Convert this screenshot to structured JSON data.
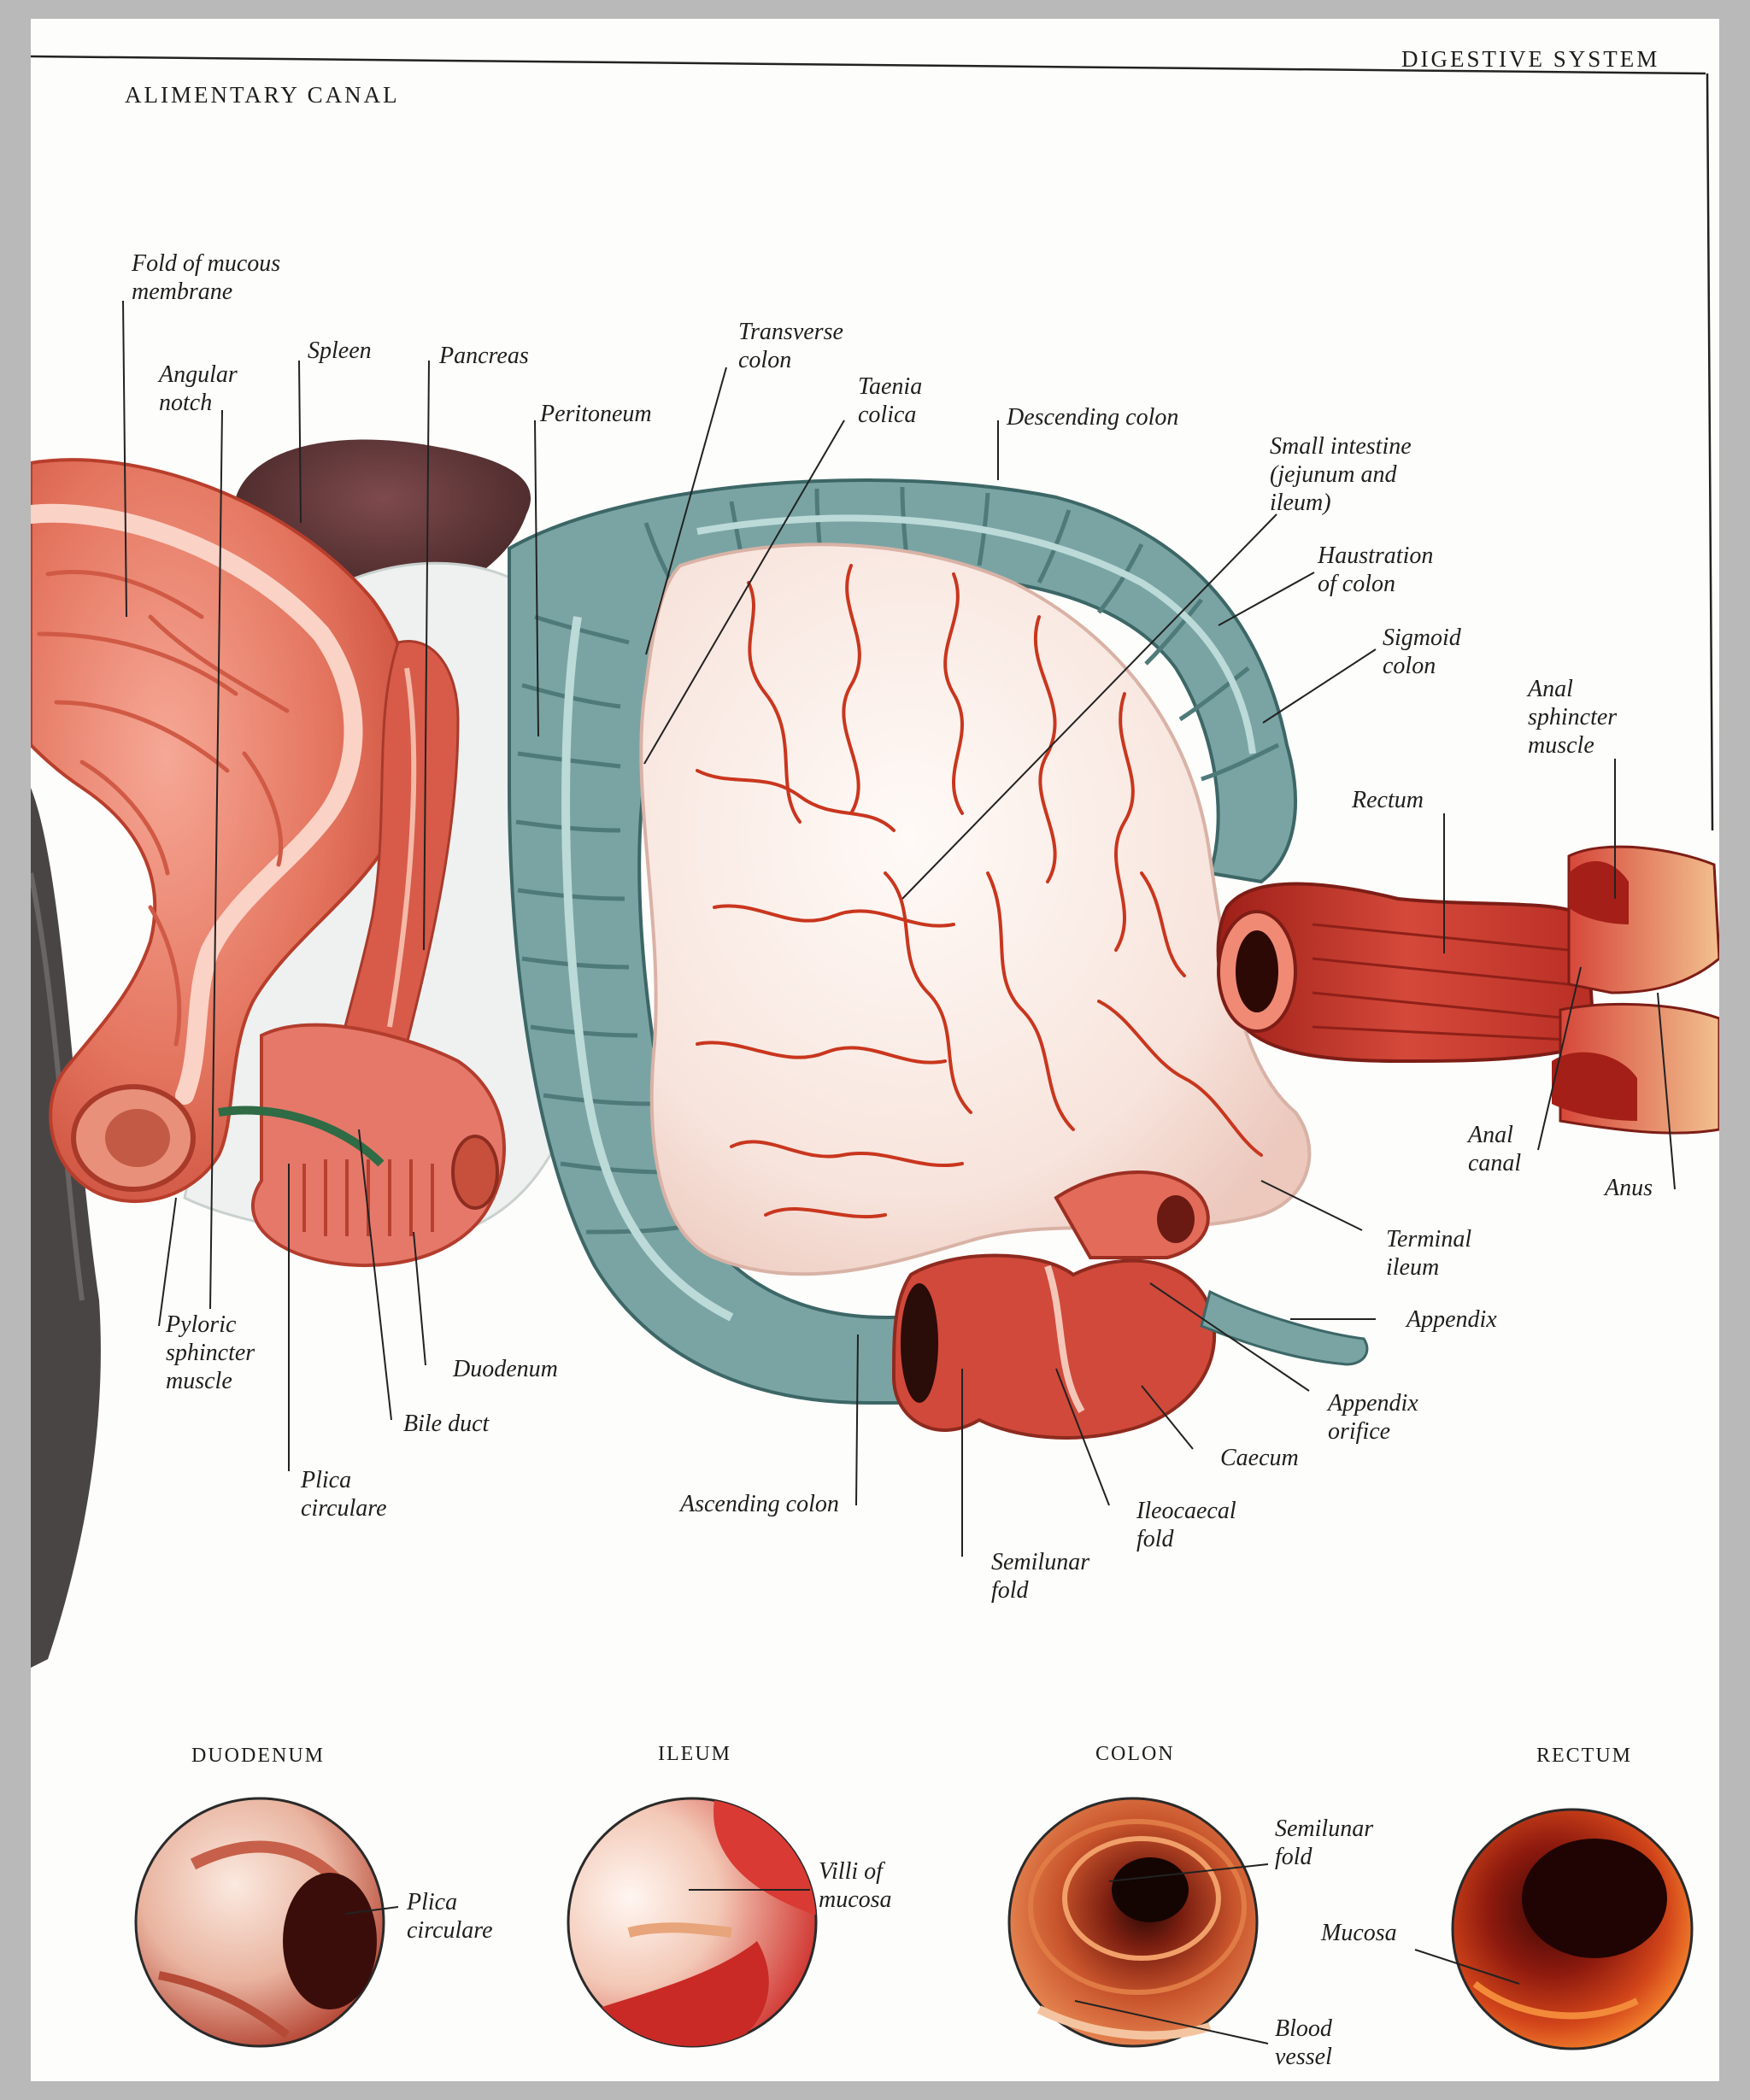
{
  "header": {
    "left_title": "ALIMENTARY CANAL",
    "right_title": "DIGESTIVE SYSTEM"
  },
  "labels": {
    "fold_of_mucous": [
      "Fold of mucous",
      "membrane"
    ],
    "angular_notch": [
      "Angular",
      "notch"
    ],
    "spleen": [
      "Spleen"
    ],
    "pancreas": [
      "Pancreas"
    ],
    "peritoneum": [
      "Peritoneum"
    ],
    "transverse_colon": [
      "Transverse",
      "colon"
    ],
    "taenia_colica": [
      "Taenia",
      "colica"
    ],
    "descending_colon": [
      "Descending colon"
    ],
    "small_intestine": [
      "Small intestine",
      "(jejunum and",
      "ileum)"
    ],
    "haustration": [
      "Haustration",
      "of colon"
    ],
    "sigmoid_colon": [
      "Sigmoid",
      "colon"
    ],
    "anal_sphincter": [
      "Anal",
      "sphincter",
      "muscle"
    ],
    "rectum": [
      "Rectum"
    ],
    "anal_canal": [
      "Anal",
      "canal"
    ],
    "anus": [
      "Anus"
    ],
    "terminal_ileum": [
      "Terminal",
      "ileum"
    ],
    "appendix": [
      "Appendix"
    ],
    "appendix_orifice": [
      "Appendix",
      "orifice"
    ],
    "caecum": [
      "Caecum"
    ],
    "ileocaecal_fold": [
      "Ileocaecal",
      "fold"
    ],
    "semilunar_fold": [
      "Semilunar",
      "fold"
    ],
    "ascending_colon": [
      "Ascending colon"
    ],
    "plica_circulare": [
      "Plica",
      "circulare"
    ],
    "bile_duct": [
      "Bile duct"
    ],
    "duodenum": [
      "Duodenum"
    ],
    "pyloric_sphincter": [
      "Pyloric",
      "sphincter",
      "muscle"
    ]
  },
  "insets": {
    "duodenum": {
      "title": "DUODENUM",
      "label": [
        "Plica",
        "circulare"
      ]
    },
    "ileum": {
      "title": "ILEUM",
      "label": [
        "Villi of",
        "mucosa"
      ]
    },
    "colon": {
      "title": "COLON",
      "label_top": [
        "Semilunar",
        "fold"
      ],
      "label_bottom": [
        "Blood",
        "vessel"
      ]
    },
    "rectum": {
      "title": "RECTUM",
      "label": [
        "Mucosa"
      ]
    }
  },
  "colors": {
    "stomach": "#e9826f",
    "colon": "#6f9a9b",
    "small_intestine": "#f7e7e1",
    "rectum": "#c9392f",
    "spleen": "#5c3436",
    "vessel": "#c9361e"
  }
}
